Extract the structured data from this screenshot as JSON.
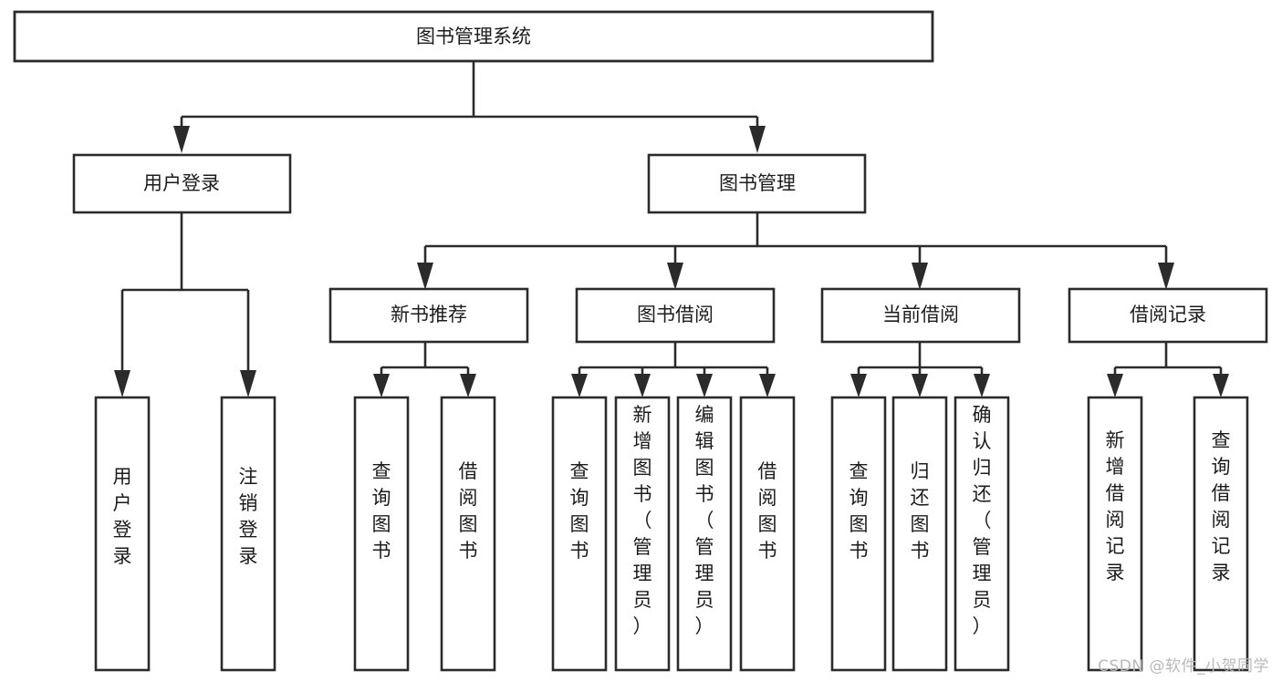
{
  "diagram": {
    "type": "tree-hierarchy",
    "title": "图书管理系统",
    "orientation": "top-down",
    "colors": {
      "background": "#ffffff",
      "box_fill": "#ffffff",
      "box_stroke": "#2b2b2b",
      "text": "#1c1c1c",
      "watermark": "#b9b9b9"
    },
    "levels": {
      "level1": [
        {
          "id": "root",
          "label": "图书管理系统",
          "text_orientation": "horizontal"
        }
      ],
      "level2": [
        {
          "id": "user-login",
          "label": "用户登录",
          "text_orientation": "horizontal"
        },
        {
          "id": "book-manage",
          "label": "图书管理",
          "text_orientation": "horizontal"
        }
      ],
      "level3": [
        {
          "id": "new-book-recommend",
          "label": "新书推荐",
          "text_orientation": "horizontal"
        },
        {
          "id": "book-borrow",
          "label": "图书借阅",
          "text_orientation": "horizontal"
        },
        {
          "id": "current-borrow",
          "label": "当前借阅",
          "text_orientation": "horizontal"
        },
        {
          "id": "borrow-record",
          "label": "借阅记录",
          "text_orientation": "horizontal"
        }
      ],
      "level4": [
        {
          "id": "leaf-user-login",
          "parent": "user-login",
          "lines": [
            "用",
            "户",
            "登",
            "录"
          ],
          "text_orientation": "vertical"
        },
        {
          "id": "leaf-logout",
          "parent": "user-login",
          "lines": [
            "注",
            "销",
            "登",
            "录"
          ],
          "text_orientation": "vertical"
        },
        {
          "id": "leaf-query-book-1",
          "parent": "new-book-recommend",
          "lines": [
            "查",
            "询",
            "图",
            "书"
          ],
          "text_orientation": "vertical"
        },
        {
          "id": "leaf-borrow-book-1",
          "parent": "new-book-recommend",
          "lines": [
            "借",
            "阅",
            "图",
            "书"
          ],
          "text_orientation": "vertical"
        },
        {
          "id": "leaf-query-book-2",
          "parent": "book-borrow",
          "lines": [
            "查",
            "询",
            "图",
            "书"
          ],
          "text_orientation": "vertical"
        },
        {
          "id": "leaf-add-book",
          "parent": "book-borrow",
          "lines": [
            "新",
            "增",
            "图",
            "书",
            "（",
            "管",
            "理",
            "员",
            "）"
          ],
          "text_orientation": "vertical"
        },
        {
          "id": "leaf-edit-book",
          "parent": "book-borrow",
          "lines": [
            "编",
            "辑",
            "图",
            "书",
            "（",
            "管",
            "理",
            "员",
            "）"
          ],
          "text_orientation": "vertical"
        },
        {
          "id": "leaf-borrow-book-2",
          "parent": "book-borrow",
          "lines": [
            "借",
            "阅",
            "图",
            "书"
          ],
          "text_orientation": "vertical"
        },
        {
          "id": "leaf-query-book-3",
          "parent": "current-borrow",
          "lines": [
            "查",
            "询",
            "图",
            "书"
          ],
          "text_orientation": "vertical"
        },
        {
          "id": "leaf-return-book",
          "parent": "current-borrow",
          "lines": [
            "归",
            "还",
            "图",
            "书"
          ],
          "text_orientation": "vertical"
        },
        {
          "id": "leaf-confirm-return",
          "parent": "current-borrow",
          "lines": [
            "确",
            "认",
            "归",
            "还",
            "（",
            "管",
            "理",
            "员",
            "）"
          ],
          "text_orientation": "vertical"
        },
        {
          "id": "leaf-add-record",
          "parent": "borrow-record",
          "lines": [
            "新",
            "增",
            "借",
            "阅",
            "记",
            "录"
          ],
          "text_orientation": "vertical"
        },
        {
          "id": "leaf-query-record",
          "parent": "borrow-record",
          "lines": [
            "查",
            "询",
            "借",
            "阅",
            "记",
            "录"
          ],
          "text_orientation": "vertical"
        }
      ]
    },
    "edges": [
      {
        "from": "root",
        "to": "user-login"
      },
      {
        "from": "root",
        "to": "book-manage"
      },
      {
        "from": "book-manage",
        "to": "new-book-recommend"
      },
      {
        "from": "book-manage",
        "to": "book-borrow"
      },
      {
        "from": "book-manage",
        "to": "current-borrow"
      },
      {
        "from": "book-manage",
        "to": "borrow-record"
      },
      {
        "from": "user-login",
        "to": "leaf-user-login"
      },
      {
        "from": "user-login",
        "to": "leaf-logout"
      },
      {
        "from": "new-book-recommend",
        "to": "leaf-query-book-1"
      },
      {
        "from": "new-book-recommend",
        "to": "leaf-borrow-book-1"
      },
      {
        "from": "book-borrow",
        "to": "leaf-query-book-2"
      },
      {
        "from": "book-borrow",
        "to": "leaf-add-book"
      },
      {
        "from": "book-borrow",
        "to": "leaf-edit-book"
      },
      {
        "from": "book-borrow",
        "to": "leaf-borrow-book-2"
      },
      {
        "from": "current-borrow",
        "to": "leaf-query-book-3"
      },
      {
        "from": "current-borrow",
        "to": "leaf-return-book"
      },
      {
        "from": "current-borrow",
        "to": "leaf-confirm-return"
      },
      {
        "from": "borrow-record",
        "to": "leaf-add-record"
      },
      {
        "from": "borrow-record",
        "to": "leaf-query-record"
      }
    ]
  },
  "watermark": {
    "label": "CSDN @软件_小贺同学"
  }
}
